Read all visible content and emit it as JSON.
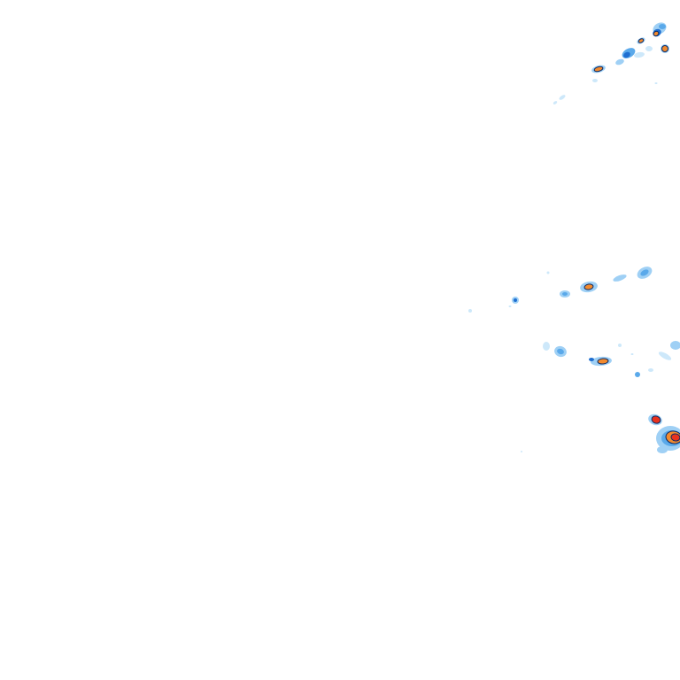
{
  "palette": {
    "background": "#ffffff",
    "very_light": "#cde8fa",
    "light": "#9fd0f5",
    "medium": "#5aa9ea",
    "dark": "#1f6fd1",
    "outline": "#0a2a66",
    "orange": "#f28a2e",
    "red": "#e8321e"
  },
  "echo_levels": [
    "very_light",
    "light",
    "medium",
    "dark",
    "orange",
    "red"
  ]
}
